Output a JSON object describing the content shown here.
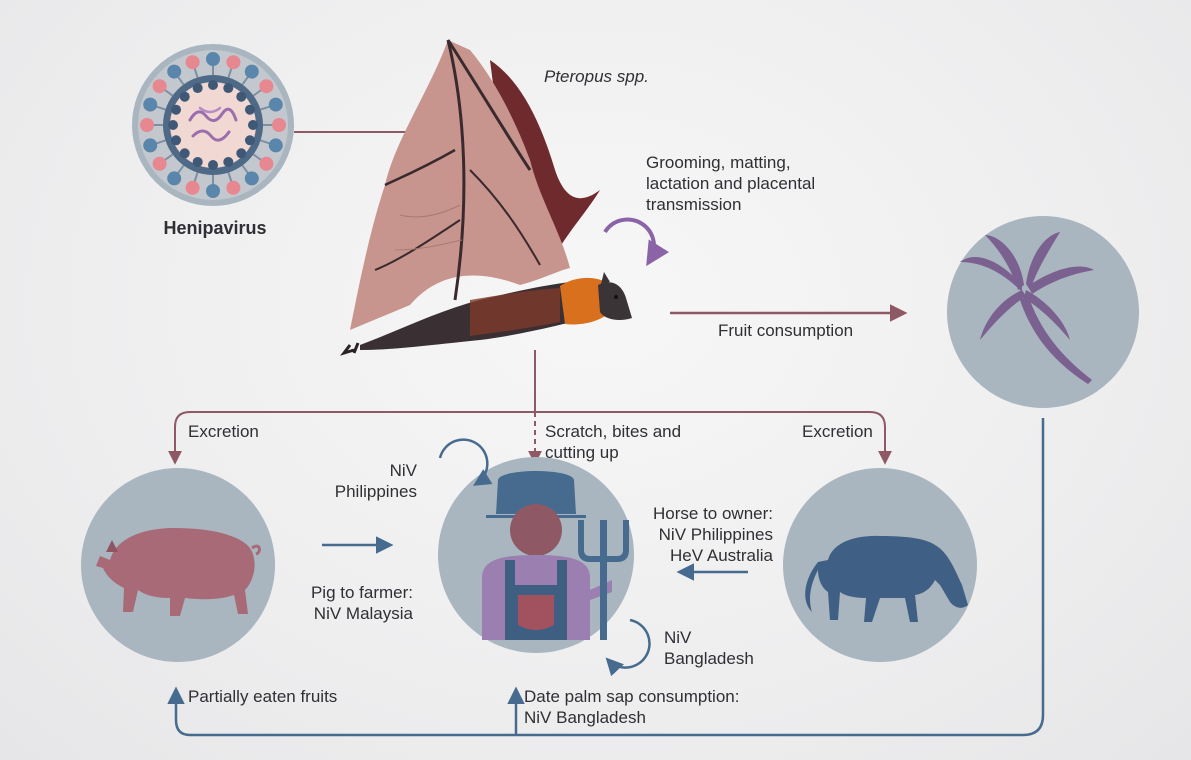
{
  "labels": {
    "henipavirus": "Henipavirus",
    "species": "Pteropus spp.",
    "grooming": "Grooming, matting,\nlactation and placental\ntransmission",
    "fruit_consumption": "Fruit consumption",
    "excretion_left": "Excretion",
    "excretion_right": "Excretion",
    "scratch": "Scratch, bites and\ncutting up",
    "niv_philippines": "NiV\nPhilippines",
    "horse_to_owner": "Horse to owner:\nNiV Philippines\nHeV Australia",
    "pig_to_farmer": "Pig to farmer:\nNiV Malaysia",
    "niv_bangladesh": "NiV\nBangladesh",
    "partially_eaten": "Partially eaten fruits",
    "date_palm": "Date palm sap consumption:\nNiV Bangladesh"
  },
  "icons": [
    "virus-icon",
    "bat-icon",
    "palm-tree-icon",
    "pig-icon",
    "farmer-icon",
    "pitchfork-icon",
    "horse-icon"
  ],
  "colors": {
    "mauve_arrow": "#8e5864",
    "blue_arrow": "#476b8e",
    "purple_arrow": "#8a64a6",
    "circle_fill": "#a9b6bf",
    "virus_bg": "#f1d9d4",
    "bat_wing": "#c7958e",
    "palm": "#7a6190",
    "pig": "#a86a77",
    "horse": "#3f5f85",
    "text": "#2f2f35"
  }
}
